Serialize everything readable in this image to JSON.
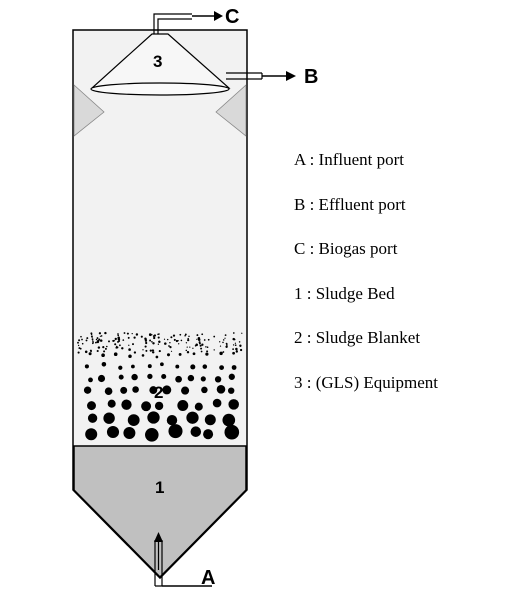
{
  "labels": {
    "influent": "A",
    "effluent": "B",
    "biogas": "C",
    "zone_sludge_bed": "1",
    "zone_sludge_blanket": "2",
    "zone_gls": "3"
  },
  "legend": [
    {
      "key": "A",
      "text": "A : Influent port"
    },
    {
      "key": "B",
      "text": "B : Effluent port"
    },
    {
      "key": "C",
      "text": "C : Biogas port"
    },
    {
      "key": "1",
      "text": "1 : Sludge Bed"
    },
    {
      "key": "2",
      "text": "2 : Sludge Blanket"
    },
    {
      "key": "3",
      "text": "3 : (GLS) Equipment"
    }
  ],
  "colors": {
    "vessel_fill": "#f2f2f2",
    "sludge_bed": "#c0c0c0",
    "baffle": "#d9d9d9",
    "outline": "#000000"
  }
}
